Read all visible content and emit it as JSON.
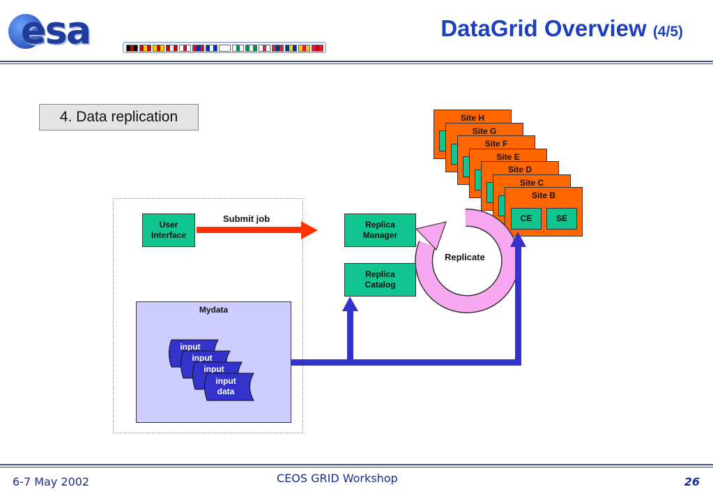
{
  "slide": {
    "title": "DataGrid Overview",
    "title_suffix": "(4/5)",
    "step": "4. Data replication",
    "footer_date": "6-7 May 2002",
    "footer_event": "CEOS GRID Workshop",
    "page_number": "26"
  },
  "logo": {
    "text": "esa",
    "flag_colors": [
      "#000000",
      "#d00000",
      "#ffcc00",
      "#d00000",
      "#ffffff",
      "#c8102e",
      "#0033a0",
      "#ffffff",
      "#ffffff",
      "#009246",
      "#ffffff",
      "#ce2b37",
      "#003580",
      "#fecc00",
      "#dc143c",
      "#d00000"
    ]
  },
  "diagram": {
    "user_interface": "User\nInterface",
    "submit_job": "Submit job",
    "replica_manager": "Replica\nManager",
    "replica_catalog": "Replica\nCatalog",
    "replicate": "Replicate",
    "mydata": "Mydata",
    "input_files": [
      {
        "label": "input"
      },
      {
        "label": "input"
      },
      {
        "label": "input"
      },
      {
        "label": "input\ndata"
      }
    ],
    "sites": [
      {
        "name": "Site H"
      },
      {
        "name": "Site G"
      },
      {
        "name": "Site F"
      },
      {
        "name": "Site E"
      },
      {
        "name": "Site D"
      },
      {
        "name": "Site C"
      },
      {
        "name": "Site B",
        "components": [
          "CE",
          "SE"
        ]
      }
    ],
    "colors": {
      "green": "#10c590",
      "orange": "#ff6600",
      "blue_arrow": "#3333cc",
      "red_arrow": "#ff3300",
      "replicate_arrow": "#f7a8f0",
      "mydata_bg": "#ccccff",
      "title": "#1a3fbf"
    }
  }
}
